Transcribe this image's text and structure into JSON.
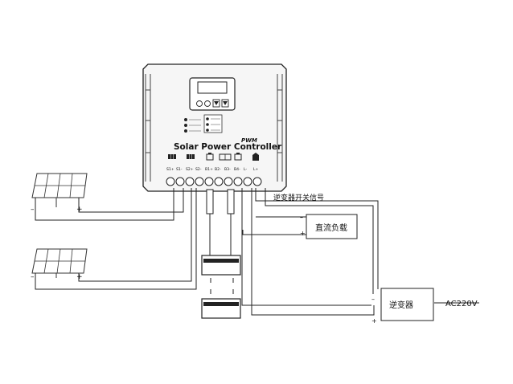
{
  "controller": {
    "brand_mark": "PWM",
    "title": "Solar Power Controller",
    "terminal_labels": [
      "S1+",
      "S1-",
      "S2+",
      "S2-",
      "B1+",
      "B2-",
      "B3-",
      "B4-",
      "L-",
      "L+"
    ]
  },
  "labels": {
    "inverter_switch_signal": "逆变器开关信号",
    "dc_load": "直流负载",
    "inverter": "逆变器",
    "ac_output": "AC220V"
  },
  "polarity": {
    "minus": "–",
    "plus": "+"
  },
  "icons": {
    "panel": "solar-panel-icon",
    "battery": "battery-icon",
    "lcd": "lcd-display-icon"
  },
  "colors": {
    "line": "#222222",
    "controller_fill": "#f4f4f4",
    "panel_fill": "#ffffff"
  }
}
